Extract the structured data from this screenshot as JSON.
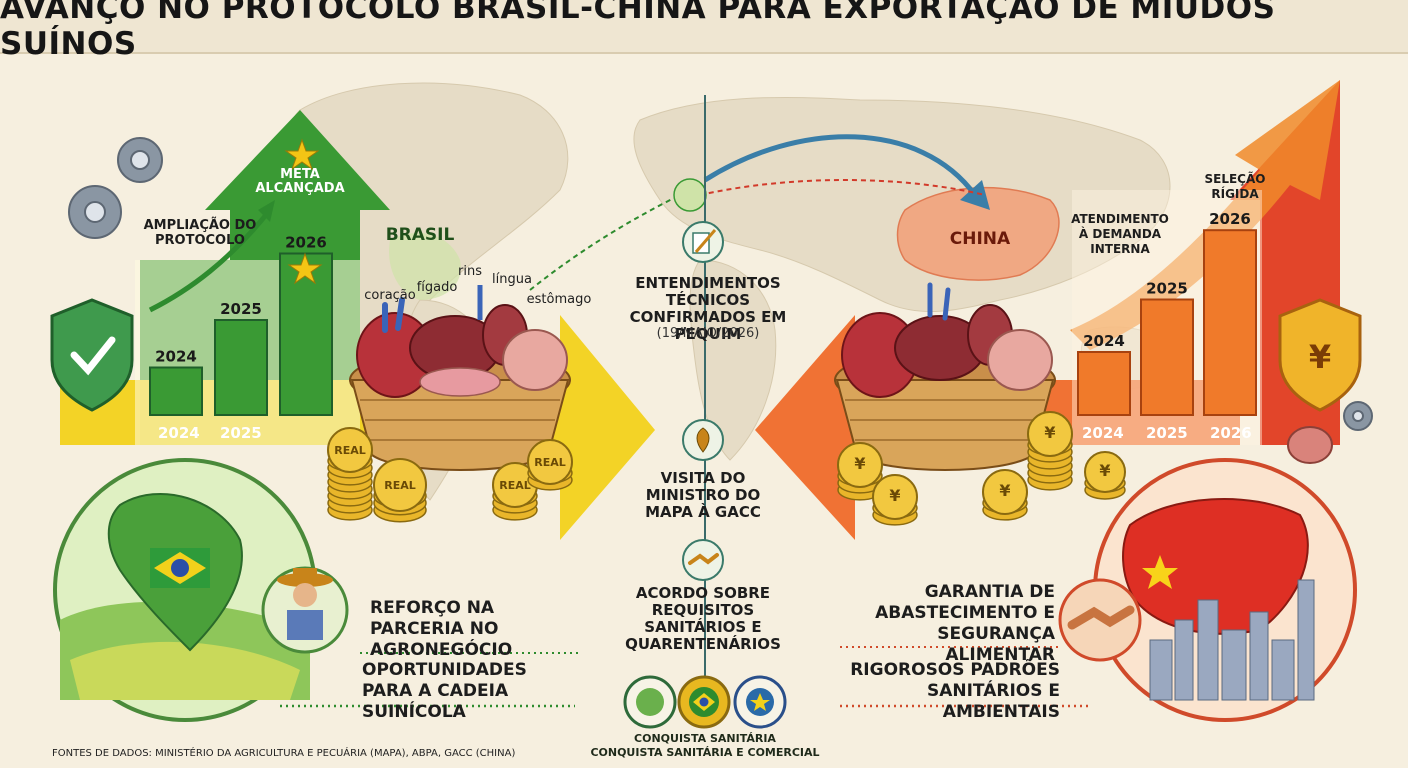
{
  "title": "AVANÇO NO PROTOCOLO BRASIL-CHINA PARA EXPORTAÇÃO DE MIÚDOS SUÍNOS",
  "brazil": {
    "country_label": "BRASIL",
    "goal_label": "META ALCANÇADA",
    "trend_label": "AMPLIAÇÃO DO PROTOCOLO",
    "bars": [
      {
        "year": "2024",
        "level": 0.25
      },
      {
        "year": "2025",
        "level": 0.5
      },
      {
        "year": "2026",
        "level": 0.85
      }
    ],
    "axis_years": [
      "2024",
      "2025"
    ],
    "coin_text": "REAL",
    "points": [
      "REFORÇO NA PARCERIA NO AGRONEGÓCIO",
      "OPORTUNIDADES PARA A CADEIA SUINÍCOLA"
    ],
    "colors": {
      "green": "#2e8b2e",
      "yellow": "#f2d11b"
    }
  },
  "organs": [
    "coração",
    "fígado",
    "rins",
    "língua",
    "estômago"
  ],
  "timeline": [
    {
      "icon": "document-pen-icon",
      "text": "ENTENDIMENTOS TÉCNICOS CONFIRMADOS EM PEQUIM",
      "date": "(19/MAIO/2026)"
    },
    {
      "icon": "map-pin-icon",
      "text": "VISITA DO MINISTRO DO MAPA À GACC"
    },
    {
      "icon": "handshake-icon",
      "text": "ACORDO SOBRE REQUISITOS SANITÁRIOS E QUARENTENÁRIOS"
    }
  ],
  "seals": {
    "line1": "CONQUISTA SANITÁRIA",
    "line2": "CONQUISTA SANITÁRIA E COMERCIAL"
  },
  "china": {
    "country_label": "CHINA",
    "selection_label": "SELEÇÃO RÍGIDA",
    "trend_label": "ATENDIMENTO À DEMANDA INTERNA",
    "bars": [
      {
        "year": "2024",
        "level": 0.3
      },
      {
        "year": "2025",
        "level": 0.55
      },
      {
        "year": "2026",
        "level": 0.88
      }
    ],
    "axis_years": [
      "2024",
      "2025",
      "2026"
    ],
    "coin_text": "¥",
    "points": [
      "GARANTIA DE ABASTECIMENTO E SEGURANÇA ALIMENTAR",
      "RIGOROSOS PADRÕES SANITÁRIOS E AMBIENTAIS"
    ],
    "colors": {
      "red": "#e2452a",
      "orange": "#f08a2a"
    }
  },
  "sources": "FONTES DE DADOS: MINISTÉRIO DA AGRICULTURA E PECUÁRIA (MAPA), ABPA, GACC (CHINA)"
}
